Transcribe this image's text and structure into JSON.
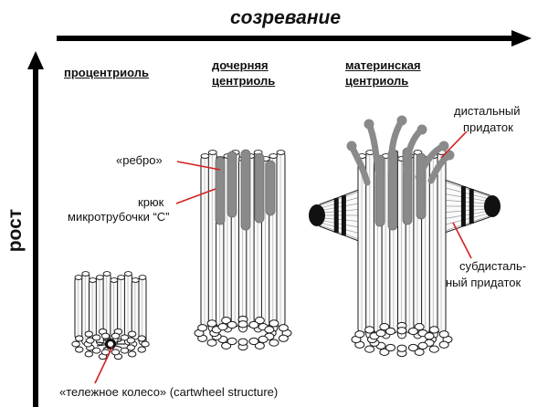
{
  "axes": {
    "horizontal": "созревание",
    "vertical": "рост"
  },
  "stages": {
    "procentriole": "процентриоль",
    "daughter_line1": "дочерняя",
    "daughter_line2": "центриоль",
    "mother_line1": "материнская",
    "mother_line2": "центриоль"
  },
  "annotations": {
    "rib": "«ребро»",
    "hook_line1": "крюк",
    "hook_line2": "микротрубочки “С”",
    "distal_line1": "дистальный",
    "distal_line2": "придаток",
    "subdistal_line1": "субдисталь-",
    "subdistal_line2": "ный придаток",
    "cartwheel": "«тележное колесо» (cartwheel structure)"
  },
  "colors": {
    "pointer_line": "#d42020",
    "appendage_gray": "#8a8a8a",
    "outline": "#1a1a1a"
  }
}
